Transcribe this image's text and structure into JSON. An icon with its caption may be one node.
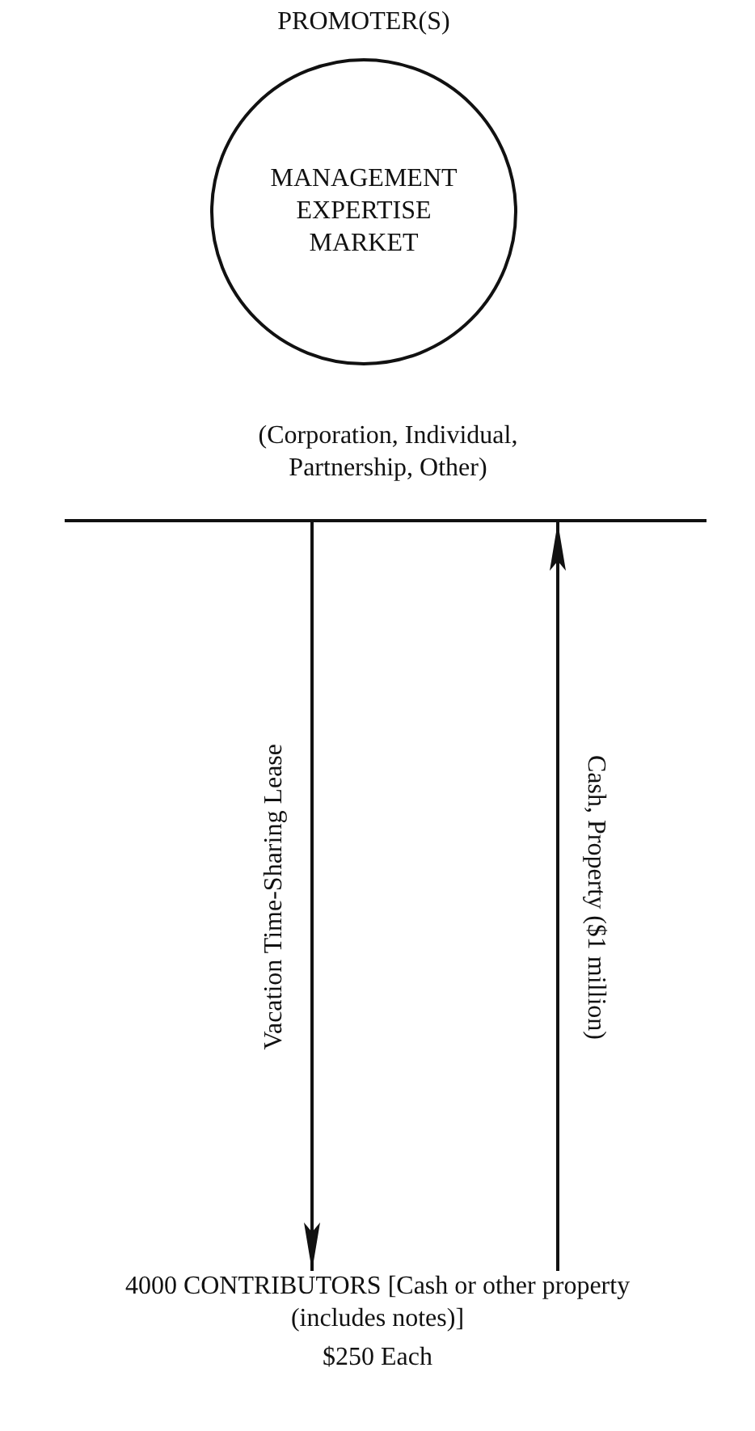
{
  "diagram": {
    "nodes": [
      {
        "text": [
          "PROMOTER(S)",
          "MANAGEMENT EXPERTISE MARKET"
        ]
      },
      {
        "text": [
          "(Corporation, Individual, Partnership, Other)"
        ]
      },
      {
        "text": [
          "4000 CONTRIBUTORS [Cash or other property (includes notes)]",
          "$250 Each"
        ]
      }
    ],
    "edges": [
      {
        "from": 1,
        "to": 2,
        "arrow": "to",
        "label": "Vacation Time-Sharing Lease"
      },
      {
        "from": 2,
        "to": 1,
        "arrow": "to",
        "label": "Cash, Property ($1 million)"
      }
    ]
  }
}
